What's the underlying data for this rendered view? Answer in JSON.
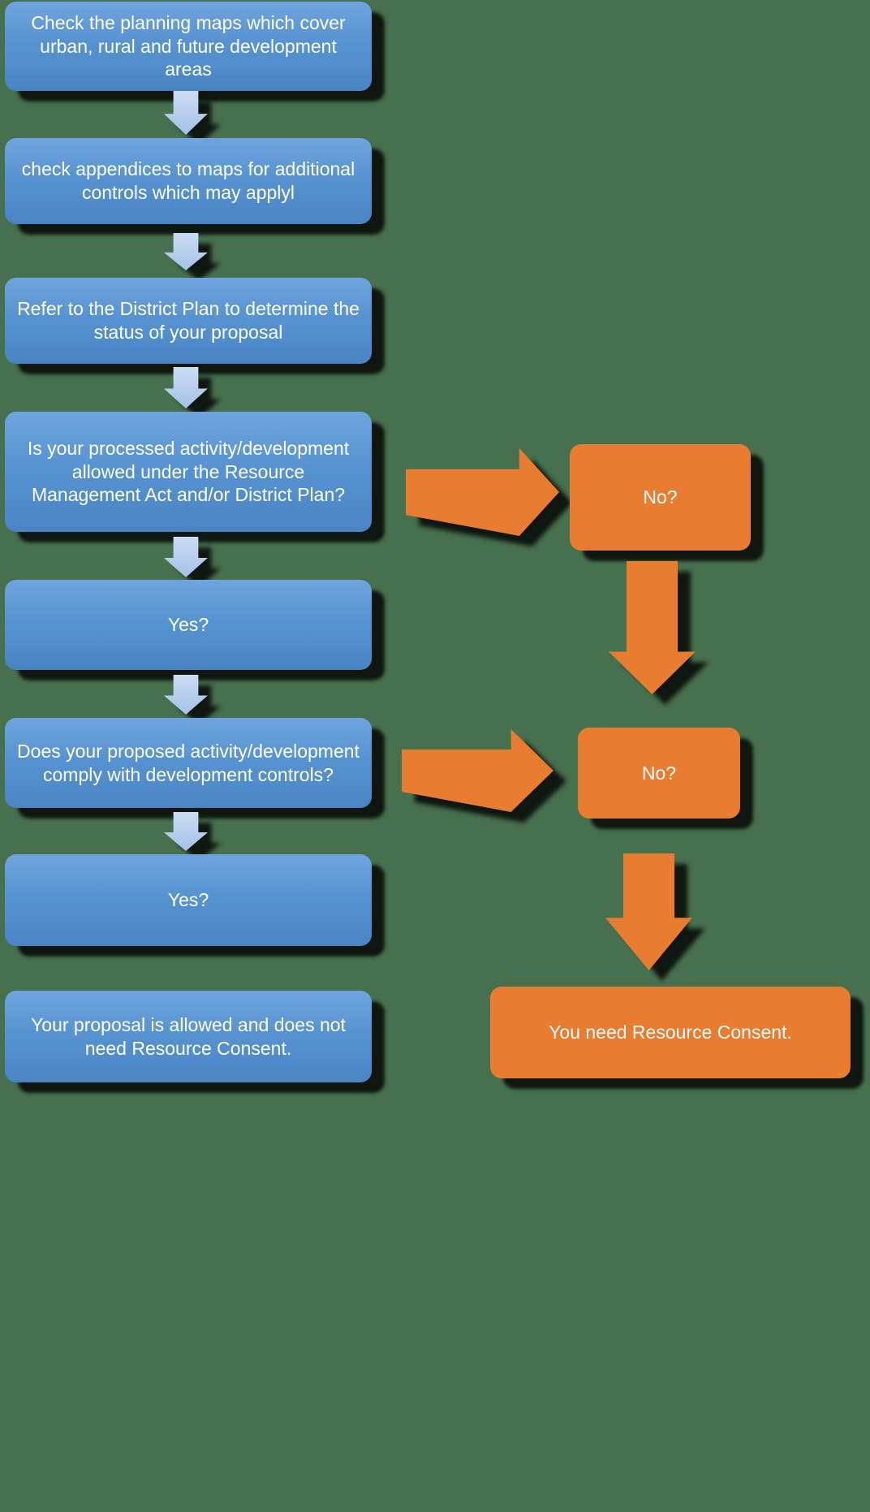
{
  "background": "#47704E",
  "palette": {
    "blue_box_top": "#6FA5DE",
    "blue_box_bottom": "#4A84C5",
    "connector_arrow_top": "#CBDCF3",
    "connector_arrow_bottom": "#A4C1E7",
    "orange": "#E87D31",
    "text": "#FFFFFF",
    "shadow": "#000000"
  },
  "left_steps": [
    {
      "label": "Check the planning maps which cover urban, rural and future development areas"
    },
    {
      "label": "check appendices to maps for additional controls which may applyl"
    },
    {
      "label": "Refer to the District Plan to determine the status of your proposal"
    },
    {
      "label": "Is your processed activity/development allowed under the Resource Management Act and/or District Plan?"
    },
    {
      "label": "Yes?"
    },
    {
      "label": "Does your proposed activity/development comply with development controls?"
    },
    {
      "label": "Yes?"
    },
    {
      "label": "Your proposal is allowed and does not need Resource Consent."
    }
  ],
  "right_steps": [
    {
      "label": "No?"
    },
    {
      "label": "No?"
    },
    {
      "label": "You need Resource Consent."
    }
  ]
}
